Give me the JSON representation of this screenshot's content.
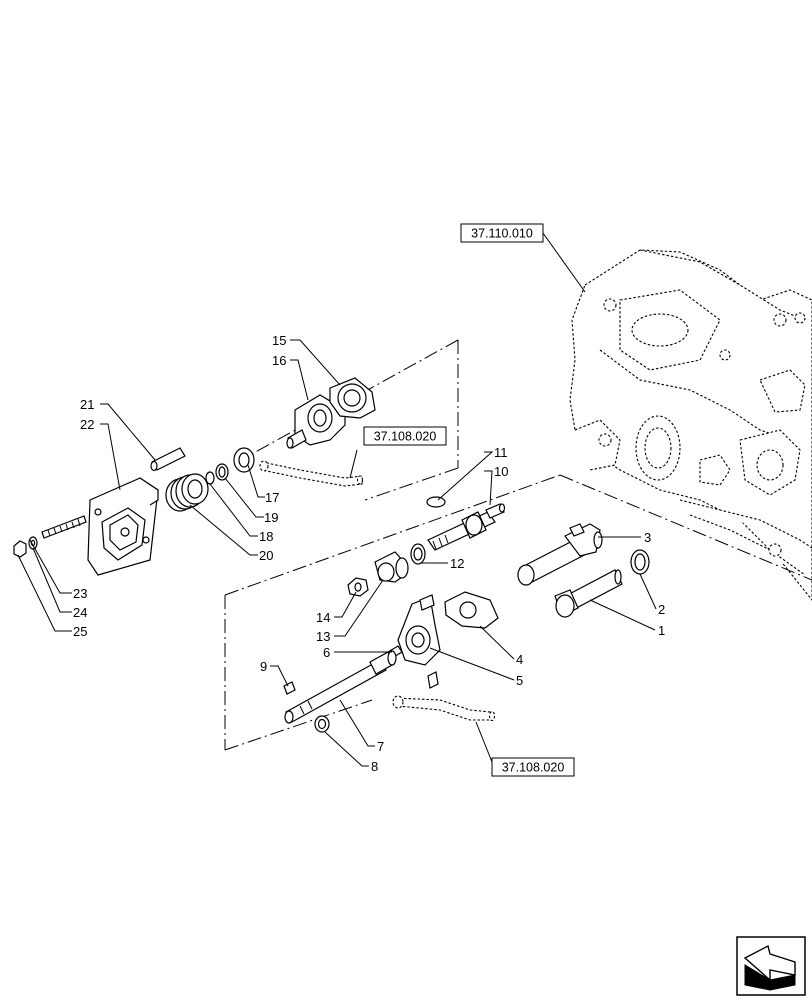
{
  "references": {
    "housing": "37.110.010",
    "link_upper": "37.108.020",
    "link_lower": "37.108.020"
  },
  "callouts": {
    "c1": "1",
    "c2": "2",
    "c3": "3",
    "c4": "4",
    "c5": "5",
    "c6": "6",
    "c7": "7",
    "c8": "8",
    "c9": "9",
    "c10": "10",
    "c11": "11",
    "c12": "12",
    "c13": "13",
    "c14": "14",
    "c15": "15",
    "c16": "16",
    "c17": "17",
    "c18": "18",
    "c19": "19",
    "c20": "20",
    "c21": "21",
    "c22": "22",
    "c23": "23",
    "c24": "24",
    "c25": "25"
  },
  "icons": {
    "corner": "next-page-arrow-icon"
  }
}
